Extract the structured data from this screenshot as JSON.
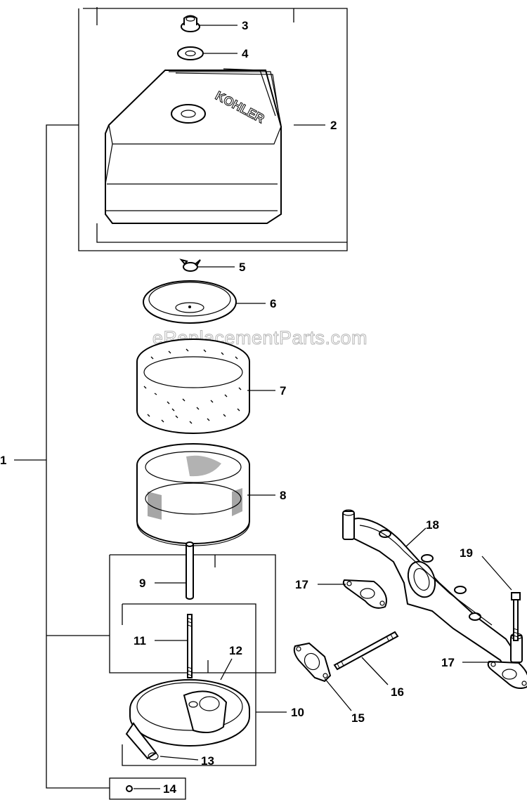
{
  "watermark": "eReplacementParts.com",
  "brand_on_cover": "KOHLER",
  "callouts": [
    "1",
    "2",
    "3",
    "4",
    "5",
    "6",
    "7",
    "8",
    "9",
    "10",
    "11",
    "12",
    "13",
    "14",
    "15",
    "16",
    "17",
    "17",
    "18",
    "19"
  ]
}
